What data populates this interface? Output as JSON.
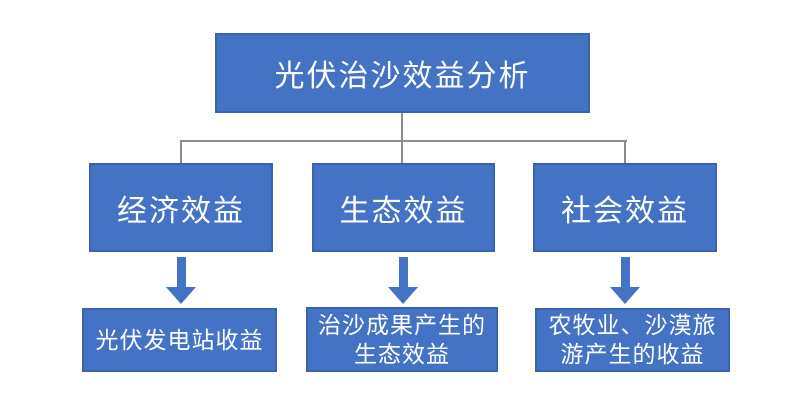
{
  "diagram": {
    "title": "光伏治沙效益分析",
    "branches": [
      {
        "label": "经济效益",
        "child": "光伏发电站收益"
      },
      {
        "label": "生态效益",
        "child": "治沙成果产生的\n生态效益"
      },
      {
        "label": "社会效益",
        "child": "农牧业、沙漠旅\n游产生的收益"
      }
    ],
    "colors": {
      "node_fill": "#4472C4",
      "node_border": "#3A63AE",
      "connector": "#8C8C8C",
      "arrow": "#4472C4",
      "text": "#FFFFFF",
      "background": "#FFFFFF"
    }
  }
}
